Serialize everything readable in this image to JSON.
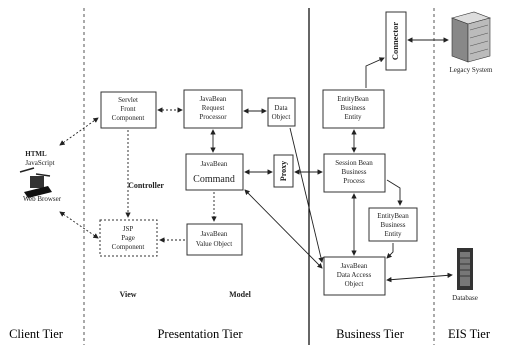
{
  "tiers": {
    "client": "Client Tier",
    "presentation": "Presentation Tier",
    "business": "Business Tier",
    "eis": "EIS Tier"
  },
  "labels": {
    "view": "View",
    "model": "Model",
    "controller": "Controller"
  },
  "client": {
    "line1": "HTML",
    "line2": "JavaScript",
    "line3": "Web Browser"
  },
  "boxes": {
    "servlet": [
      "Servlet",
      "Front",
      "Component"
    ],
    "request": [
      "JavaBean",
      "Request",
      "Processor"
    ],
    "data_object": [
      "Data",
      "Object"
    ],
    "command": [
      "JavaBean",
      "Command"
    ],
    "proxy": "Proxy",
    "jsp": [
      "JSP",
      "Page",
      "Component"
    ],
    "value": [
      "JavaBean",
      "Value Object"
    ],
    "entity1": [
      "EntityBean",
      "Business",
      "Entity"
    ],
    "session": [
      "Session Bean",
      "Business",
      "Process"
    ],
    "entity2": [
      "EntityBean",
      "Business",
      "Entity"
    ],
    "dao": [
      "JavaBean",
      "Data Access",
      "Object"
    ],
    "connector": "Connector"
  },
  "eis": {
    "legacy": "Legacy System",
    "database": "Database"
  }
}
